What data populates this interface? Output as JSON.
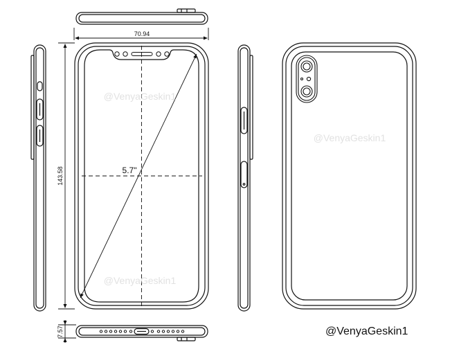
{
  "labels": {
    "width_dimension": "70.94",
    "height_dimension": "143.58",
    "depth_dimension": "7.57",
    "screen_diagonal": "5.7\""
  },
  "watermarks": {
    "front_top": "@VenyaGeskin1",
    "front_bottom": "@VenyaGeskin1",
    "back": "@VenyaGeskin1"
  },
  "credit": "@VenyaGeskin1",
  "colors": {
    "line": "#111111",
    "watermark": "#c9c9c9",
    "background": "#ffffff"
  }
}
